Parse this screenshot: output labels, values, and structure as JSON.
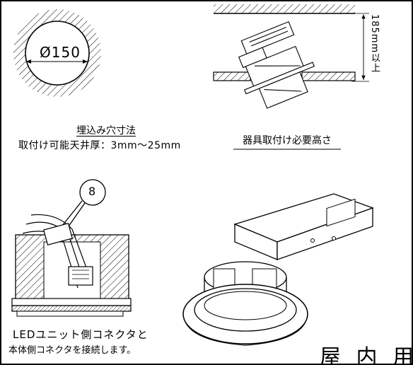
{
  "hole": {
    "diameter_label": "Ø150",
    "title": "埋込み穴寸法",
    "ceiling_thickness": "取付け可能天井厚：3mm～25mm"
  },
  "height_figure": {
    "dimension_label": "185mm以上",
    "title": "器具取付け必要高さ"
  },
  "connector": {
    "callout_number": "8",
    "note_line1": "LEDユニット側コネクタと",
    "note_line2": "本体側コネクタを接続します。"
  },
  "footer": {
    "usage": "屋 内 用"
  },
  "colors": {
    "ink": "#000000",
    "background": "#ffffff"
  }
}
